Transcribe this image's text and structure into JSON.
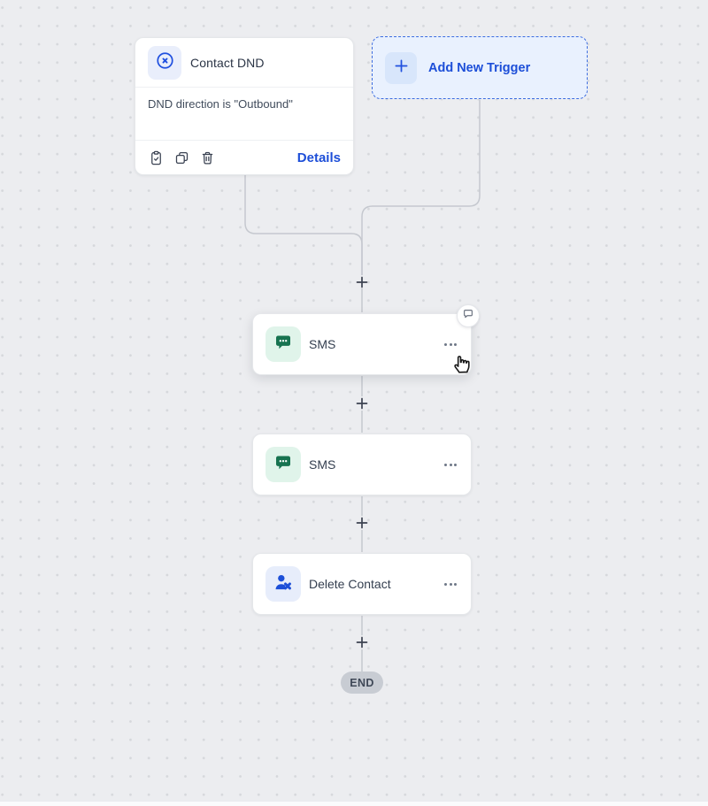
{
  "workflow": {
    "trigger": {
      "title": "Contact DND",
      "condition": "DND direction is \"Outbound\"",
      "details_label": "Details"
    },
    "add_trigger_label": "Add New Trigger",
    "actions": [
      {
        "label": "SMS",
        "type": "sms"
      },
      {
        "label": "SMS",
        "type": "sms"
      },
      {
        "label": "Delete Contact",
        "type": "delete-contact"
      }
    ],
    "end_label": "END"
  },
  "colors": {
    "accent_blue": "#1d4ed8",
    "icon_blue": "#2050df",
    "icon_green": "#177350",
    "canvas_bg": "#ecedf0",
    "connector": "#c5c8cf",
    "end_badge_bg": "#c8ccd3"
  }
}
